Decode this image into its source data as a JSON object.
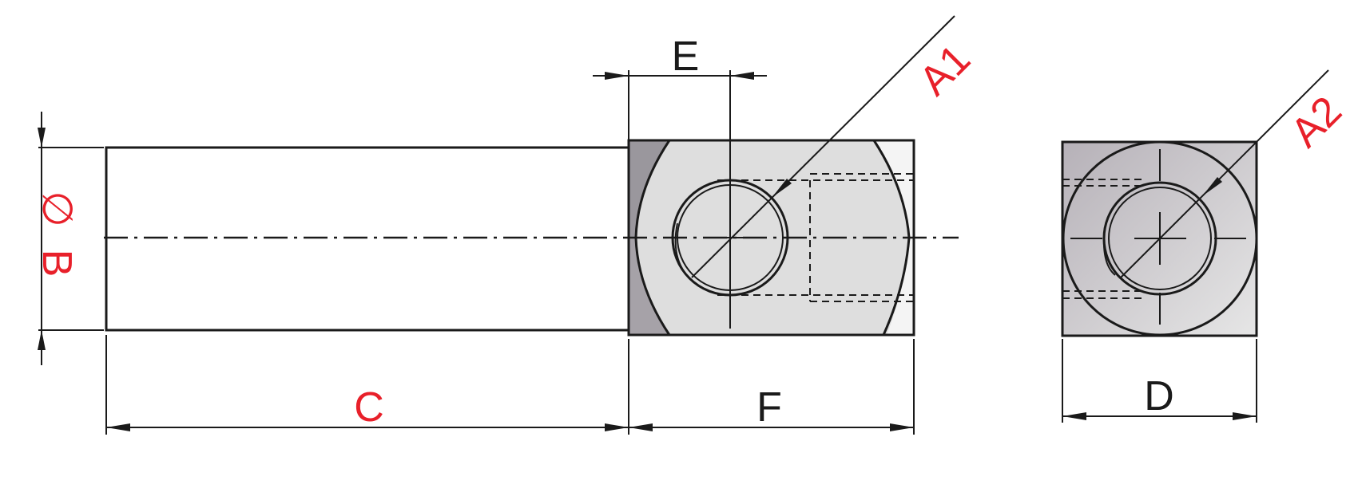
{
  "labels": {
    "a1": "A1",
    "a2": "A2",
    "b": "B",
    "b_symbol": "∅",
    "c": "C",
    "d": "D",
    "e": "E",
    "f": "F"
  },
  "colors": {
    "dimension_red": "#e8202a",
    "dimension_black": "#1a1a1a",
    "steel_light": "#e4e4e4",
    "steel_mid": "#cfcfd2",
    "steel_dark": "#8d8a90",
    "face_grey": "#dcdcdc"
  }
}
